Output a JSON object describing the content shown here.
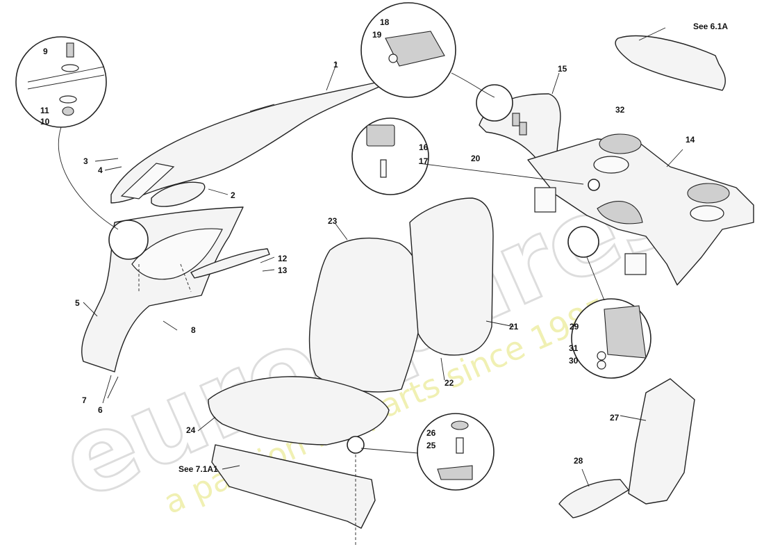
{
  "watermark": {
    "brand": "eurospares",
    "tagline": "a passion for parts since 1985"
  },
  "references": {
    "see_6_1a": "See 6.1A",
    "see_7_1a1": "See 7.1A1"
  },
  "callouts": {
    "c1": "1",
    "c2": "2",
    "c3": "3",
    "c4": "4",
    "c5": "5",
    "c6": "6",
    "c7": "7",
    "c8": "8",
    "c9": "9",
    "c10": "10",
    "c11": "11",
    "c12": "12",
    "c13": "13",
    "c14": "14",
    "c15": "15",
    "c16": "16",
    "c17": "17",
    "c18": "18",
    "c19": "19",
    "c20": "20",
    "c21": "21",
    "c22": "22",
    "c23": "23",
    "c24": "24",
    "c25": "25",
    "c26": "26",
    "c27": "27",
    "c28": "28",
    "c29": "29",
    "c30": "30",
    "c31": "31",
    "c32": "32"
  }
}
